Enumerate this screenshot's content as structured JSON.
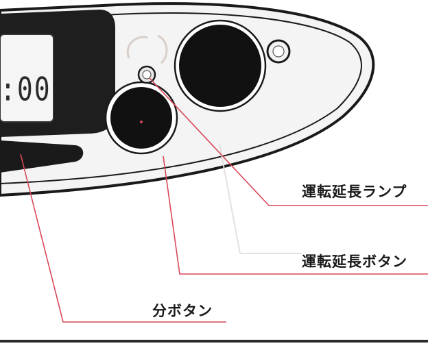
{
  "display": {
    "time_text": ":00"
  },
  "labels": {
    "lamp": "運転延長ランプ",
    "extension_button": "運転延長ボタン",
    "minute_button": "分ボタン"
  },
  "colors": {
    "leader_line": "#d9475a",
    "button_fill": "#111111",
    "panel_outline": "#1a1a1a"
  }
}
